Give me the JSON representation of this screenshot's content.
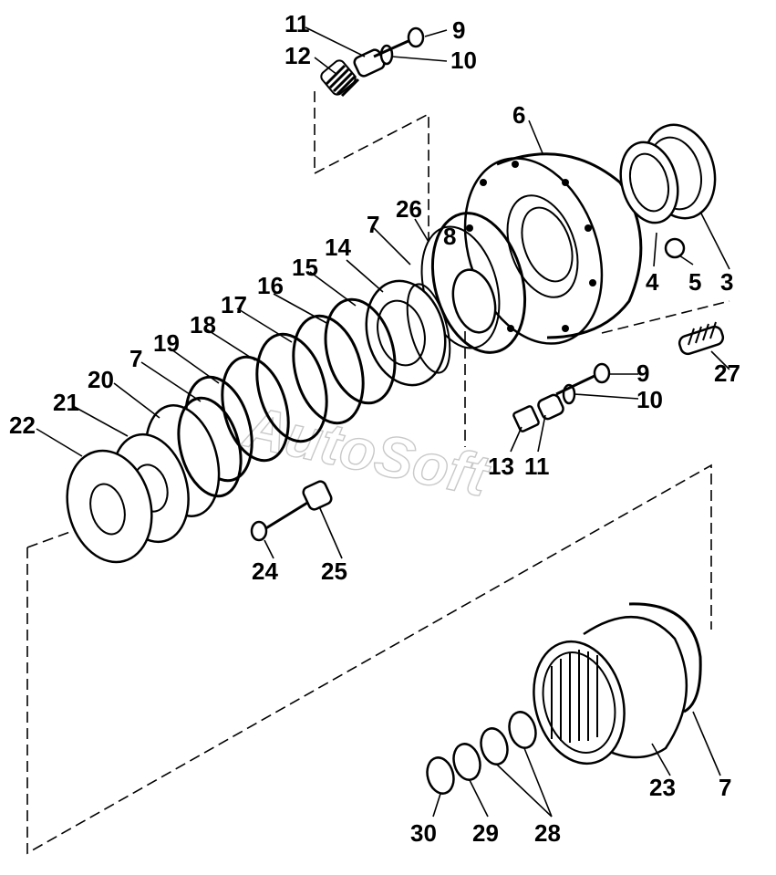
{
  "diagram": {
    "watermark": "AutoSoft",
    "callouts": {
      "c3": "3",
      "c4": "4",
      "c5": "5",
      "c6": "6",
      "c7a": "7",
      "c7b": "7",
      "c7c": "7",
      "c8": "8",
      "c9a": "9",
      "c9b": "9",
      "c10a": "10",
      "c10b": "10",
      "c11a": "11",
      "c11b": "11",
      "c12": "12",
      "c13": "13",
      "c14": "14",
      "c15": "15",
      "c16": "16",
      "c17": "17",
      "c18": "18",
      "c19": "19",
      "c20": "20",
      "c21": "21",
      "c22": "22",
      "c23": "23",
      "c24": "24",
      "c25": "25",
      "c26": "26",
      "c27": "27",
      "c28": "28",
      "c29": "29",
      "c30": "30"
    },
    "colors": {
      "ink": "#000000",
      "paper": "#ffffff",
      "watermark": "#c9c9c9"
    }
  }
}
